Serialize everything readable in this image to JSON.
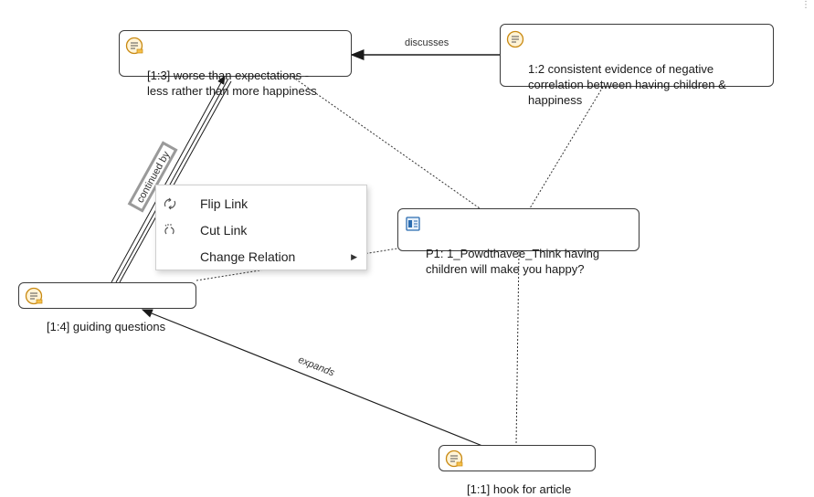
{
  "nodes": {
    "n13": {
      "label": "[1:3] worse than expectations -\nless rather than more happiness",
      "icon": "memo-quote-icon"
    },
    "n12": {
      "label": "1:2 consistent evidence of negative\ncorrelation between having children &\nhappiness",
      "icon": "memo-quote-icon"
    },
    "p1": {
      "label": "P1: 1_Powdthavee_Think having\n       children will make you happy?",
      "icon": "document-icon"
    },
    "n14": {
      "label": "[1:4] guiding questions",
      "icon": "memo-quote-icon"
    },
    "n11": {
      "label": "[1:1] hook for article",
      "icon": "memo-quote-icon"
    }
  },
  "links": {
    "discusses": "discusses",
    "continued_by": "continued by",
    "expands": "expands"
  },
  "context_menu": {
    "flip": {
      "label": "Flip Link",
      "icon": "flip-link-icon"
    },
    "cut": {
      "label": "Cut Link",
      "icon": "cut-link-icon"
    },
    "change": {
      "label": "Change Relation",
      "icon": "submenu-arrow-icon"
    }
  },
  "colors": {
    "memo_icon_fill": "#f5c04a",
    "memo_icon_stroke": "#c98a12",
    "doc_icon": "#2b6cb0",
    "link_line": "#1a1a1a"
  }
}
